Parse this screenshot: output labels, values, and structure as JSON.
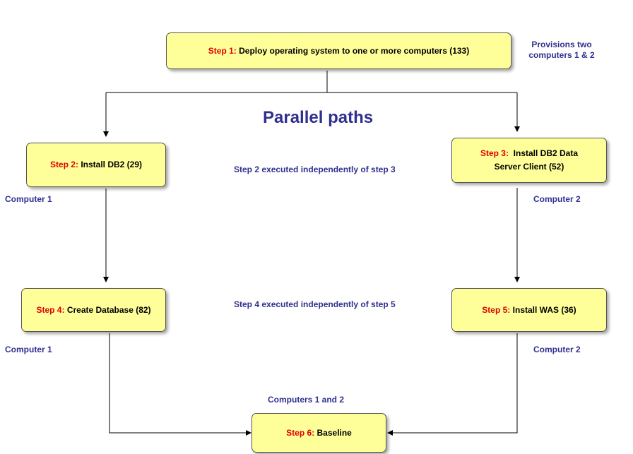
{
  "title": "Parallel paths",
  "steps": [
    {
      "label": "Step 1:",
      "text": "Deploy operating system to one or more computers (133)"
    },
    {
      "label": "Step 2:",
      "text": "Install DB2 (29)"
    },
    {
      "label": "Step 3:",
      "text_line1": "Install DB2 Data",
      "text_line2": "Server Client (52)"
    },
    {
      "label": "Step 4:",
      "text": "Create Database (82)"
    },
    {
      "label": "Step 5:",
      "text": "Install WAS (36)"
    },
    {
      "label": "Step 6:",
      "text": "Baseline"
    }
  ],
  "notes": {
    "provisions_line1": "Provisions two",
    "provisions_line2": "computers 1 & 2",
    "parallel_2_3": "Step 2 executed independently of step 3",
    "parallel_4_5": "Step 4 executed independently of step 5",
    "computer1_a": "Computer 1",
    "computer2_a": "Computer 2",
    "computer1_b": "Computer 1",
    "computer2_b": "Computer 2",
    "computers_both": "Computers 1 and 2"
  },
  "colors": {
    "box_fill": "#ffff99",
    "step_label": "#e00000",
    "note_text": "#303090"
  }
}
